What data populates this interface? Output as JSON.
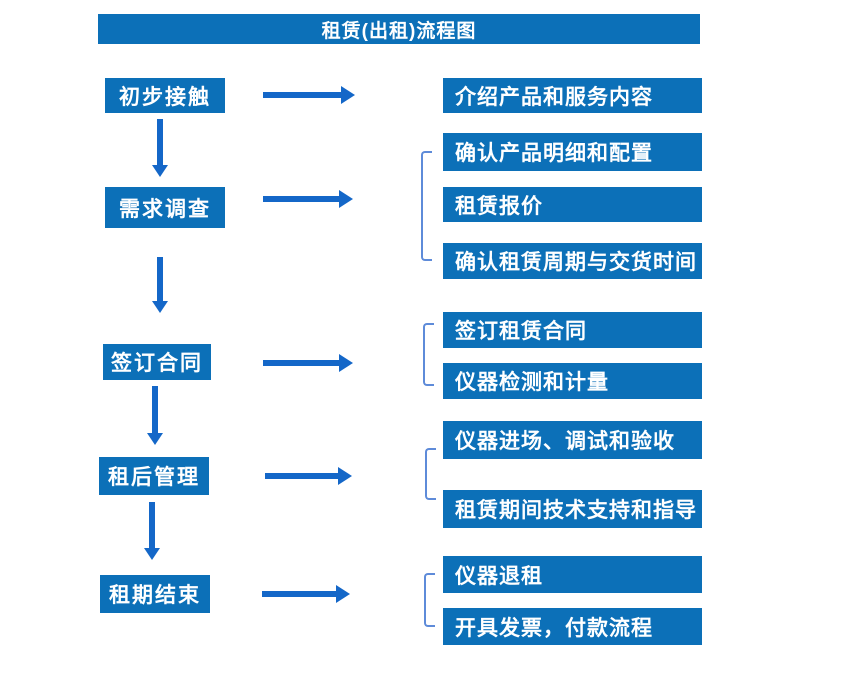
{
  "header": {
    "title": "租赁(出租)流程图"
  },
  "colors": {
    "box_blue": "#0C70B8",
    "arrow_blue": "#1467C8",
    "bracket_blue": "#5E8BD9",
    "text_white": "#FFFFFF"
  },
  "stages": [
    {
      "label": "初步接触",
      "outputs": [
        {
          "label": "介绍产品和服务内容"
        }
      ]
    },
    {
      "label": "需求调查",
      "outputs": [
        {
          "label": "确认产品明细和配置"
        },
        {
          "label": "租赁报价"
        },
        {
          "label": "确认租赁周期与交货时间"
        }
      ]
    },
    {
      "label": "签订合同",
      "outputs": [
        {
          "label": "签订租赁合同"
        },
        {
          "label": "仪器检测和计量"
        }
      ]
    },
    {
      "label": "租后管理",
      "outputs": [
        {
          "label": "仪器进场、调试和验收"
        },
        {
          "label": "租赁期间技术支持和指导"
        }
      ]
    },
    {
      "label": "租期结束",
      "outputs": [
        {
          "label": "仪器退租"
        },
        {
          "label": "开具发票，付款流程"
        }
      ]
    }
  ]
}
